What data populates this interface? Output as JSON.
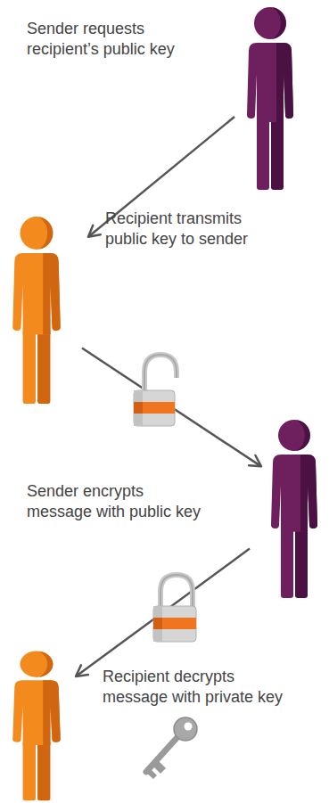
{
  "diagram": {
    "nodes": [
      {
        "text": [
          "Sender requests recipient’s public key"
        ]
      },
      {
        "text": [
          "Recipient transmits public key to sender"
        ]
      },
      {
        "text": [
          "Sender encrypts message with public key"
        ]
      },
      {
        "text": [
          "Recipient decrypts message with private key"
        ]
      }
    ],
    "edges": [
      {
        "from": 0,
        "to": 1,
        "arrow": "to"
      },
      {
        "from": 1,
        "to": 2,
        "arrow": "to"
      },
      {
        "from": 2,
        "to": 3,
        "arrow": "to"
      }
    ]
  }
}
